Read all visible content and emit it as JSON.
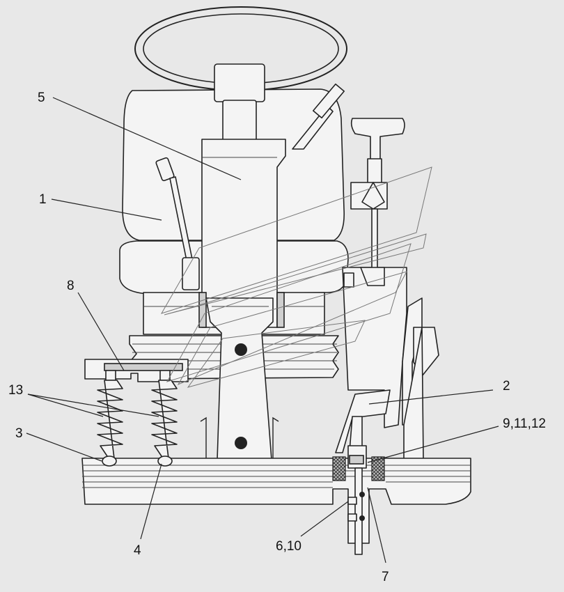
{
  "callouts": {
    "c1": "1",
    "c2": "2",
    "c3": "3",
    "c4": "4",
    "c5": "5",
    "c6_10": "6,10",
    "c7": "7",
    "c8": "8",
    "c9_11_12": "9,11,12",
    "c13": "13"
  },
  "colors": {
    "background": "#e8e8e8",
    "line": "#222222",
    "fill": "#f4f4f4"
  }
}
